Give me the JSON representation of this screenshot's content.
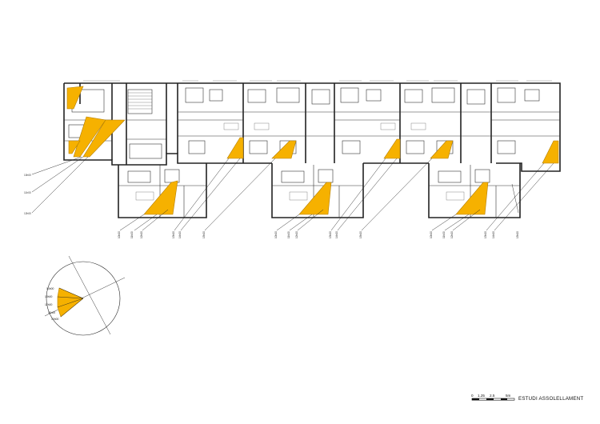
{
  "drawing": {
    "title": "ESTUDI ASSOLELLAMENT",
    "accent_color": "#f6b100",
    "line_color": "#222222"
  },
  "scale_bar": {
    "ticks": [
      "0",
      "1.25",
      "2.5",
      "5m"
    ]
  },
  "solar_diagram": {
    "labels": [
      "14h00",
      "13h00",
      "12h00",
      "11h00",
      "10h00"
    ]
  },
  "plan": {
    "side_labels": [
      "10h00",
      "11h00",
      "12h00"
    ],
    "bottom_labels_west": [
      "10h00",
      "11h00",
      "12h00",
      "13h00",
      "14h00",
      "15h00"
    ],
    "bottom_labels_mid": [
      "10h00",
      "11h00",
      "12h00",
      "13h00",
      "14h00",
      "15h00"
    ],
    "bottom_labels_east": [
      "10h00",
      "11h00",
      "12h00",
      "13h00",
      "14h00",
      "15h00"
    ]
  }
}
